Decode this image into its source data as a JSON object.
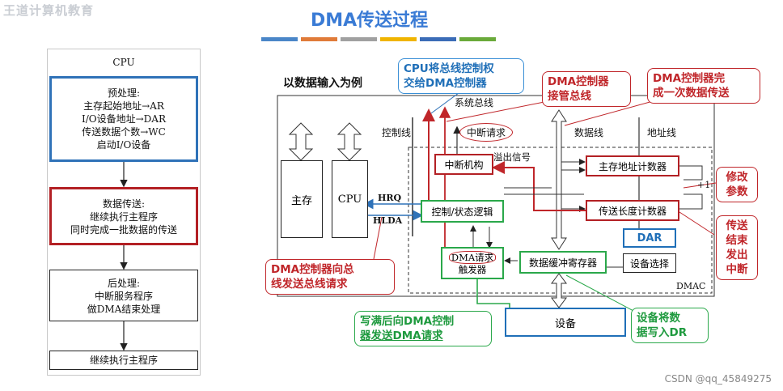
{
  "watermark": "王道计算机教育",
  "title": "DMA传送过程",
  "title_bar_colors": [
    "#4a86c8",
    "#e07b39",
    "#a0a0a0",
    "#f0b400",
    "#3b6cb7",
    "#6aaa3a"
  ],
  "flowchart": {
    "cpu_label": "CPU",
    "preprocess": [
      "预处理:",
      "主存起始地址→AR",
      "I/O设备地址→DAR",
      "传送数据个数→WC",
      "启动I/O设备"
    ],
    "transfer": [
      "数据传送:",
      "继续执行主程序",
      "同时完成一批数据的传送"
    ],
    "postprocess": [
      "后处理:",
      "中断服务程序",
      "做DMA结束处理"
    ],
    "continue": "继续执行主程序"
  },
  "diagram": {
    "caption": "以数据输入为例",
    "system_bus": "系统总线",
    "control_line": "控制线",
    "data_line": "数据线",
    "address_line": "地址线",
    "main_memory": "主存",
    "cpu": "CPU",
    "hrq": "HRQ",
    "hlda": "HLDA",
    "interrupt_request": "中断请求",
    "overflow_signal": "溢出信号",
    "interrupt_mechanism": "中断机构",
    "control_status_logic": "控制/状态逻辑",
    "dma_request_trigger": [
      "DMA请求",
      "触发器"
    ],
    "data_buffer_register": "数据缓冲寄存器",
    "memory_address_counter": "主存地址计数器",
    "transfer_length_counter": "传送长度计数器",
    "plus_one": "+1",
    "dar": "DAR",
    "device_select": "设备选择",
    "dmac": "DMAC",
    "device": "设备"
  },
  "annotations": {
    "cpu_hand_over": [
      "CPU将总线控制权",
      "交给DMA控制器"
    ],
    "dma_take_bus": [
      "DMA控制器",
      "接管总线"
    ],
    "dma_complete": [
      "DMA控制器完",
      "成一次数据传送"
    ],
    "modify_params": [
      "修改",
      "参数"
    ],
    "transfer_end_interrupt": [
      "传送",
      "结束",
      "发出",
      "中断"
    ],
    "dma_bus_request": [
      "DMA控制器向总",
      "线发送总线请求"
    ],
    "fill_then_request": [
      "写满后向DMA控制",
      "器发送DMA请求"
    ],
    "device_write_dr": [
      "设备将数",
      "据写入DR"
    ]
  },
  "footer": "CSDN @qq_45849275"
}
